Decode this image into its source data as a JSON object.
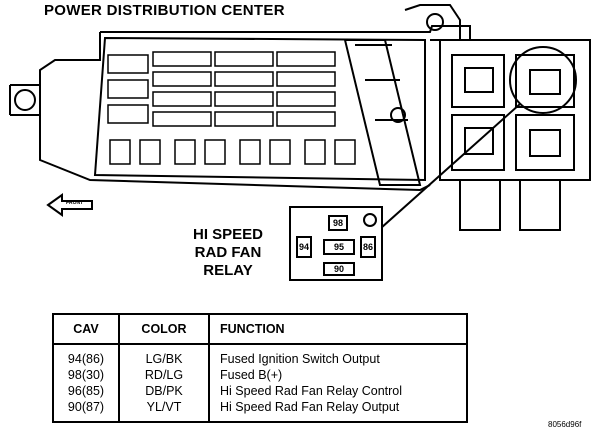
{
  "title": "POWER DISTRIBUTION CENTER",
  "front_label": "FRONT",
  "relay": {
    "title_lines": [
      "HI SPEED",
      "RAD FAN",
      "RELAY"
    ],
    "pins": [
      "98",
      "94",
      "95",
      "86",
      "90"
    ]
  },
  "table": {
    "headers": [
      "CAV",
      "COLOR",
      "FUNCTION"
    ],
    "rows": [
      {
        "cav": "94(86)",
        "color": "LG/BK",
        "function": "Fused Ignition Switch Output"
      },
      {
        "cav": "98(30)",
        "color": "RD/LG",
        "function": "Fused B(+)"
      },
      {
        "cav": "96(85)",
        "color": "DB/PK",
        "function": "Hi Speed Rad Fan Relay Control"
      },
      {
        "cav": "90(87)",
        "color": "YL/VT",
        "function": "Hi Speed Rad Fan Relay Output"
      }
    ]
  },
  "figure_id": "8056d96f"
}
